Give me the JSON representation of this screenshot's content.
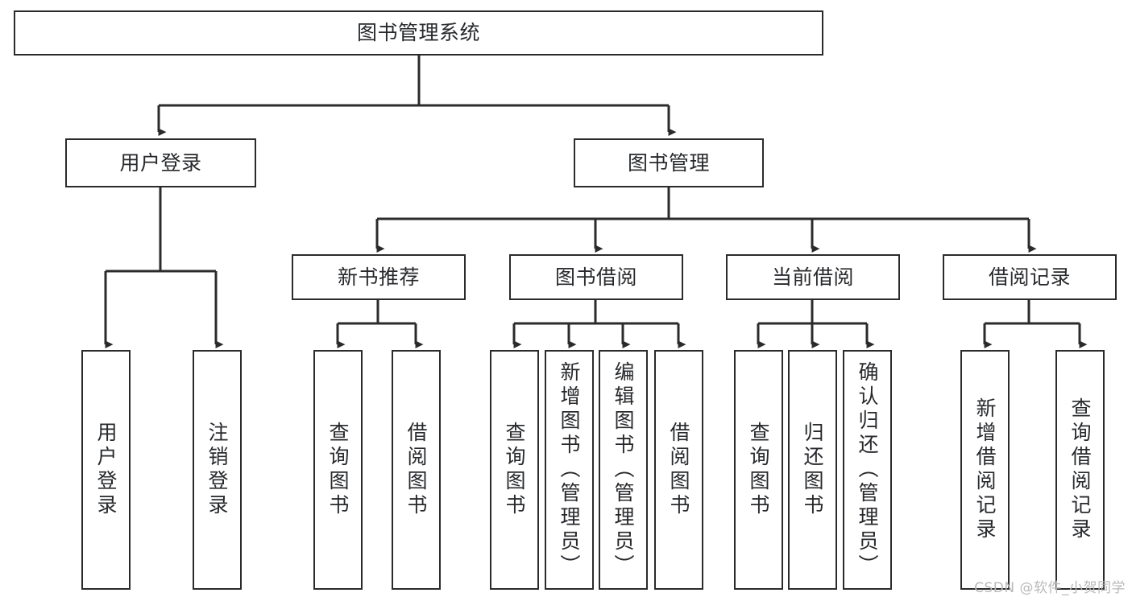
{
  "diagram": {
    "title": "图书管理系统",
    "type": "hierarchy-tree",
    "root": {
      "label": "图书管理系统"
    },
    "level1": [
      {
        "label": "用户登录"
      },
      {
        "label": "图书管理"
      }
    ],
    "level2": [
      {
        "label": "新书推荐"
      },
      {
        "label": "图书借阅"
      },
      {
        "label": "当前借阅"
      },
      {
        "label": "借阅记录"
      }
    ],
    "leaves": {
      "user_login": [
        {
          "label": "用户登录"
        },
        {
          "label": "注销登录"
        }
      ],
      "new_book_recommend": [
        {
          "label": "查询图书"
        },
        {
          "label": "借阅图书"
        }
      ],
      "book_borrow": [
        {
          "label": "查询图书"
        },
        {
          "label": "新增图书（管理员）"
        },
        {
          "label": "编辑图书（管理员）"
        },
        {
          "label": "借阅图书"
        }
      ],
      "current_borrow": [
        {
          "label": "查询图书"
        },
        {
          "label": "归还图书"
        },
        {
          "label": "确认归还（管理员）"
        }
      ],
      "borrow_record": [
        {
          "label": "新增借阅记录"
        },
        {
          "label": "查询借阅记录"
        }
      ]
    }
  },
  "colors": {
    "stroke": "#2b2b2b",
    "text": "#27292c",
    "background": "#ffffff",
    "watermark": "#b9b9b9"
  },
  "watermark": {
    "text": "CSDN @软件_小贺同学"
  }
}
